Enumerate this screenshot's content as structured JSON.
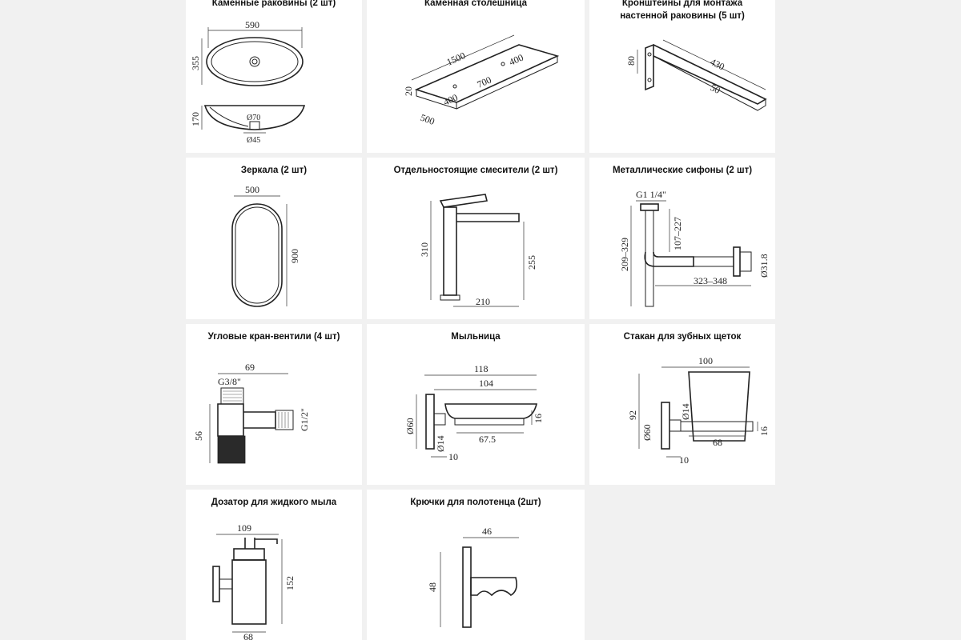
{
  "panels": [
    {
      "id": "sinks",
      "title": "Каменные раковины (2 шт)",
      "dims": {
        "w": "590",
        "h": "355",
        "depth": "170",
        "d1": "Ø70",
        "d2": "Ø45"
      }
    },
    {
      "id": "countertop",
      "title": "Каменная столешница",
      "dims": {
        "len": "1500",
        "w": "400",
        "a": "400",
        "b": "700",
        "depth": "500",
        "t": "20"
      }
    },
    {
      "id": "brackets",
      "title": "Кронштейны для монтажа настенной раковины (5 шт)",
      "dims": {
        "h": "80",
        "len": "430",
        "w": "50"
      }
    },
    {
      "id": "mirror",
      "title": "Зеркала (2 шт)",
      "dims": {
        "w": "500",
        "h": "900"
      }
    },
    {
      "id": "faucet",
      "title": "Отдельностоящие смесители (2 шт)",
      "dims": {
        "h": "310",
        "spout_h": "255",
        "reach": "210"
      }
    },
    {
      "id": "siphon",
      "title": "Металлические сифоны (2 шт)",
      "dims": {
        "thread": "G1 1/4\"",
        "h1": "209–329",
        "h2": "107–227",
        "len": "323–348",
        "d": "Ø31.8"
      }
    },
    {
      "id": "valve",
      "title": "Угловые кран-вентили (4 шт)",
      "dims": {
        "w": "69",
        "thread1": "G3/8\"",
        "thread2": "G1/2\"",
        "h": "56"
      }
    },
    {
      "id": "soapdish",
      "title": "Мыльница",
      "dims": {
        "w1": "118",
        "w2": "104",
        "d1": "Ø60",
        "d2": "Ø14",
        "w3": "67.5",
        "t": "16",
        "gap": "10"
      }
    },
    {
      "id": "cup",
      "title": "Стакан для зубных щеток",
      "dims": {
        "w": "100",
        "h": "92",
        "d1": "Ø60",
        "d2": "Ø14",
        "t": "16",
        "w2": "68",
        "gap": "10"
      }
    },
    {
      "id": "dispenser",
      "title": "Дозатор для жидкого мыла",
      "dims": {
        "w": "109",
        "h": "152",
        "b": "68"
      }
    },
    {
      "id": "hooks",
      "title": "Крючки для полотенца (2шт)",
      "dims": {
        "w": "46",
        "h": "48"
      }
    }
  ]
}
